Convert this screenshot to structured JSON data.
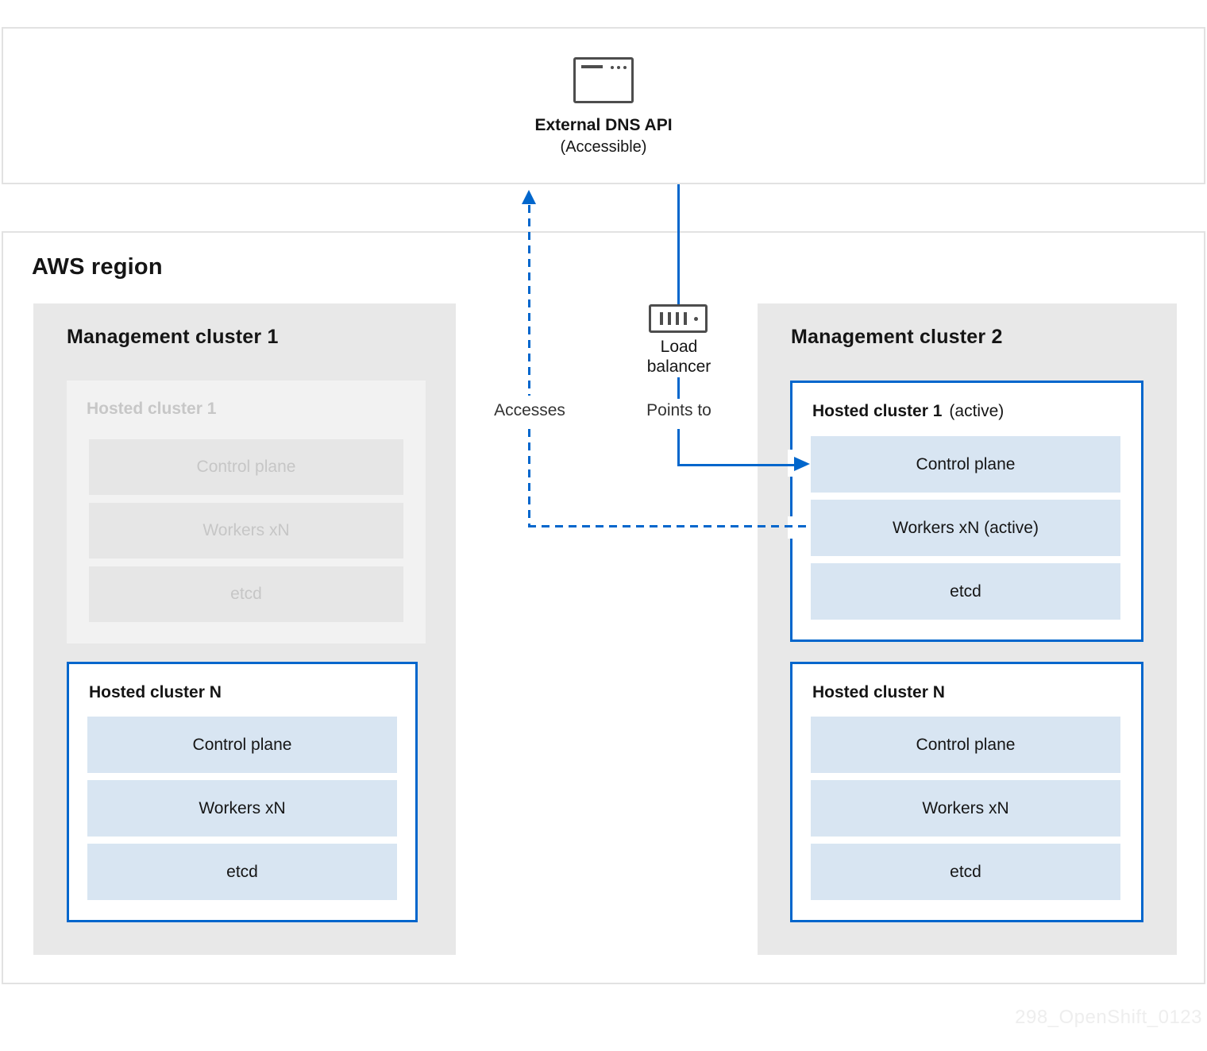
{
  "external": {
    "title": "External DNS API",
    "subtitle": "(Accessible)",
    "icon": "browser-window-icon"
  },
  "aws": {
    "title": "AWS region",
    "mc1": {
      "title": "Management cluster 1",
      "faded": {
        "title": "Hosted cluster 1",
        "components": [
          "Control plane",
          "Workers xN",
          "etcd"
        ]
      },
      "hcn": {
        "title": "Hosted cluster N",
        "components": [
          "Control plane",
          "Workers xN",
          "etcd"
        ]
      }
    },
    "mc2": {
      "title": "Management cluster 2",
      "hc1": {
        "title": "Hosted cluster 1",
        "suffix": "(active)",
        "components": [
          "Control plane",
          "Workers xN  (active)",
          "etcd"
        ]
      },
      "hcn": {
        "title": "Hosted cluster N",
        "components": [
          "Control plane",
          "Workers xN",
          "etcd"
        ]
      }
    }
  },
  "lb": {
    "label": "Load balancer",
    "icon": "load-balancer-icon"
  },
  "edges": {
    "accesses": "Accesses",
    "points_to": "Points to"
  },
  "watermark": "298_OpenShift_0123",
  "colors": {
    "accent_blue": "#0066cc",
    "component_fill_blue": "#d8e5f2",
    "cluster_fill_gray": "#e8e8e8",
    "faded_panel_fill": "#f2f2f2",
    "faded_component_fill": "#e6e6e6",
    "faded_text": "#c6c6c6",
    "zone_border": "#e2e2e2",
    "icon_stroke": "#4d4d4d",
    "text_dark": "#151515",
    "watermark_text": "#eeeeee"
  }
}
